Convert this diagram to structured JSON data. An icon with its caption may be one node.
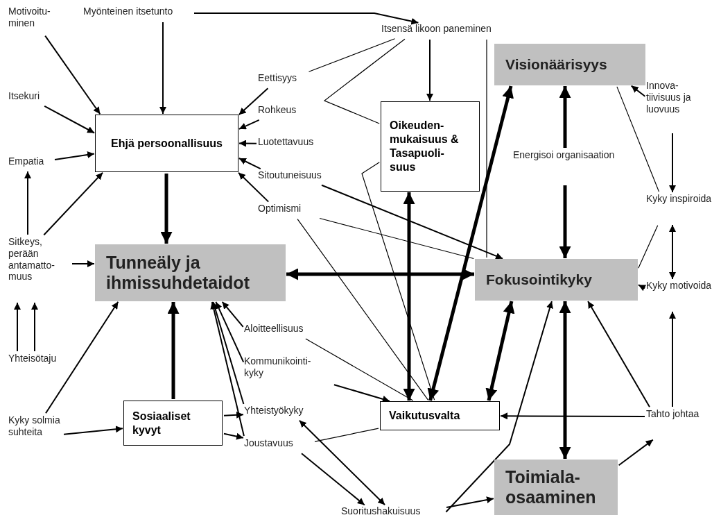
{
  "diagram": {
    "nodes": [
      {
        "text": [
          "Motivoitu- minen"
        ]
      },
      {
        "text": [
          "Myönteinen itsetunto"
        ]
      },
      {
        "text": [
          "Itsensä likoon paneminen"
        ]
      },
      {
        "text": [
          "Itsekuri"
        ]
      },
      {
        "text": [
          "Ehjä persoonallisuus"
        ]
      },
      {
        "text": [
          "Visionäärisyys"
        ]
      },
      {
        "text": [
          "Eettisyys"
        ]
      },
      {
        "text": [
          "Innova- tiivisuus ja luovuus"
        ]
      },
      {
        "text": [
          "Rohkeus"
        ]
      },
      {
        "text": [
          "Oikeuden- mukaisuus & Tasapuoli- suus"
        ]
      },
      {
        "text": [
          "Luotettavuus"
        ]
      },
      {
        "text": [
          "Energisoi organisaation"
        ]
      },
      {
        "text": [
          "Empatia"
        ]
      },
      {
        "text": [
          "Sitoutuneisuus"
        ]
      },
      {
        "text": [
          "Kyky inspiroida"
        ]
      },
      {
        "text": [
          "Optimismi"
        ]
      },
      {
        "text": [
          "Sitkeys, perään antamatto- muus"
        ]
      },
      {
        "text": [
          "Tunneäly ja ihmissuhdetaidot"
        ]
      },
      {
        "text": [
          "Fokusointikyky"
        ]
      },
      {
        "text": [
          "Kyky motivoida"
        ]
      },
      {
        "text": [
          "Aloitteellisuus"
        ]
      },
      {
        "text": [
          "Yhteisötaju"
        ]
      },
      {
        "text": [
          "Kommunikointi- kyky"
        ]
      },
      {
        "text": [
          "Sosiaaliset kyvyt"
        ]
      },
      {
        "text": [
          "Vaikutusvalta"
        ]
      },
      {
        "text": [
          "Yhteistyökyky"
        ]
      },
      {
        "text": [
          "Tahto johtaa"
        ]
      },
      {
        "text": [
          "Kyky solmia suhteita"
        ]
      },
      {
        "text": [
          "Joustavuus"
        ]
      },
      {
        "text": [
          "Toimiala- osaaminen"
        ]
      },
      {
        "text": [
          "Suoritushakuisuus"
        ]
      }
    ],
    "edges": [
      {
        "from": 1,
        "to": 2,
        "arrow": "to"
      },
      {
        "from": 1,
        "to": 4,
        "arrow": "to"
      },
      {
        "from": 2,
        "to": 9,
        "arrow": "to"
      },
      {
        "from": 0,
        "to": 4,
        "arrow": "to"
      },
      {
        "from": 3,
        "to": 4,
        "arrow": "to"
      },
      {
        "from": 12,
        "to": 4,
        "arrow": "to"
      },
      {
        "from": 16,
        "to": 4,
        "arrow": "to"
      },
      {
        "from": 16,
        "to": 12,
        "arrow": "to"
      },
      {
        "from": 4,
        "to": 17,
        "arrow": "to",
        "style": "thick"
      },
      {
        "from": 6,
        "to": 4,
        "arrow": "to"
      },
      {
        "from": 8,
        "to": 4,
        "arrow": "to"
      },
      {
        "from": 10,
        "to": 4,
        "arrow": "to"
      },
      {
        "from": 13,
        "to": 4,
        "arrow": "to"
      },
      {
        "from": 15,
        "to": 4,
        "arrow": "to"
      },
      {
        "from": 6,
        "to": 2,
        "arrow": "none"
      },
      {
        "from": 2,
        "to": 9,
        "arrow": "none"
      },
      {
        "from": 9,
        "to": 24,
        "arrow": "none"
      },
      {
        "from": 13,
        "to": 18,
        "arrow": "to"
      },
      {
        "from": 15,
        "to": 18,
        "arrow": "none"
      },
      {
        "from": 15,
        "to": 24,
        "arrow": "none"
      },
      {
        "from": 2,
        "to": 18,
        "arrow": "none"
      },
      {
        "from": 24,
        "to": 9,
        "arrow": "both",
        "style": "thick"
      },
      {
        "from": 24,
        "to": 5,
        "arrow": "both",
        "style": "thick"
      },
      {
        "from": 17,
        "to": 18,
        "arrow": "both",
        "style": "thick"
      },
      {
        "from": 7,
        "to": 5,
        "arrow": "to"
      },
      {
        "from": 5,
        "to": 14,
        "arrow": "none"
      },
      {
        "from": 7,
        "to": 14,
        "arrow": "to"
      },
      {
        "from": 14,
        "to": 19,
        "arrow": "both"
      },
      {
        "from": 14,
        "to": 18,
        "arrow": "none"
      },
      {
        "from": 19,
        "to": 18,
        "arrow": "to"
      },
      {
        "from": 26,
        "to": 19,
        "arrow": "to"
      },
      {
        "from": 26,
        "to": 18,
        "arrow": "to"
      },
      {
        "from": 26,
        "to": 24,
        "arrow": "to"
      },
      {
        "from": 29,
        "to": 26,
        "arrow": "to"
      },
      {
        "from": 18,
        "to": 29,
        "arrow": "both",
        "style": "thick"
      },
      {
        "from": 18,
        "to": 24,
        "arrow": "both",
        "style": "thick"
      },
      {
        "from": 30,
        "to": 18,
        "arrow": "to"
      },
      {
        "from": 30,
        "to": 29,
        "arrow": "to"
      },
      {
        "from": 30,
        "to": 25,
        "arrow": "both"
      },
      {
        "from": 28,
        "to": 30,
        "arrow": "to"
      },
      {
        "from": 28,
        "to": 24,
        "arrow": "none"
      },
      {
        "from": 20,
        "to": 24,
        "arrow": "none"
      },
      {
        "from": 22,
        "to": 24,
        "arrow": "to"
      },
      {
        "from": 20,
        "to": 17,
        "arrow": "to"
      },
      {
        "from": 22,
        "to": 17,
        "arrow": "to"
      },
      {
        "from": 25,
        "to": 17,
        "arrow": "to"
      },
      {
        "from": 28,
        "to": 17,
        "arrow": "to"
      },
      {
        "from": 23,
        "to": 17,
        "arrow": "to",
        "style": "thick"
      },
      {
        "from": 23,
        "to": 25,
        "arrow": "to"
      },
      {
        "from": 23,
        "to": 28,
        "arrow": "to"
      },
      {
        "from": 27,
        "to": 23,
        "arrow": "to"
      },
      {
        "from": 27,
        "to": 17,
        "arrow": "to"
      },
      {
        "from": 16,
        "to": 17,
        "arrow": "to"
      },
      {
        "from": 21,
        "to": 16,
        "arrow": "to"
      },
      {
        "from": 21,
        "to": 16,
        "arrow": "to"
      },
      {
        "from": 11,
        "to": 5,
        "arrow": "to",
        "style": "thick"
      },
      {
        "from": 11,
        "to": 18,
        "arrow": "to",
        "style": "thick"
      }
    ]
  }
}
